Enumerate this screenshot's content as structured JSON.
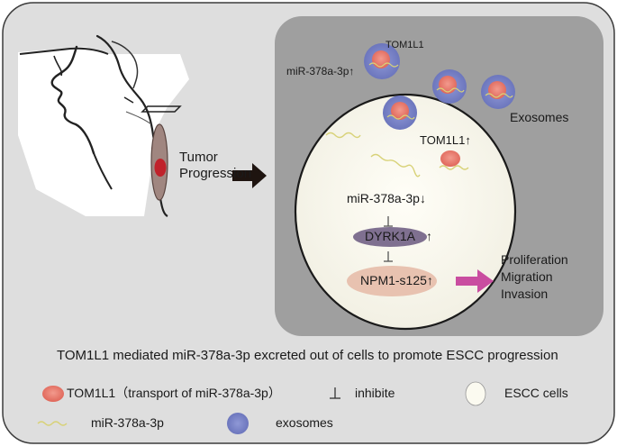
{
  "diagram": {
    "tumor_label_line1": "Tumor",
    "tumor_label_line2": "Progression",
    "tom1l1_top": "TOM1L1",
    "mir_top": "miR-378a-3p",
    "exosomes": "Exosomes",
    "tom1l1_cell": "TOM1L1",
    "mir_cell": "miR-378a-3p",
    "dyrk1a": "DYRK1A",
    "npm1": "NPM1-s125",
    "outcome_1": "Proliferation",
    "outcome_2": "Migration",
    "outcome_3": "Invasion",
    "caption": "TOM1L1 mediated miR-378a-3p excreted out of cells to promote ESCC progression"
  },
  "legend": {
    "tom1l1": "TOM1L1（transport of miR-378a-3p）",
    "inhibite": "inhibite",
    "escc_cells": "ESCC cells",
    "mir": "miR-378a-3p",
    "exosomes": "exosomes"
  },
  "colors": {
    "outer_panel": "#dcdcdc",
    "inner_panel": "#9d9d9d",
    "cell_fill": "#fdfcf1",
    "tom1l1": "#e87a6b",
    "exosome": "#7b85c8",
    "dyrk1a": "#7e6f8b",
    "npm1": "#e9c0ae",
    "arrow_pink": "#cc4fa3",
    "mirna": "#d8d278"
  },
  "icons": {
    "up_arrow": "up-arrow-icon",
    "down_arrow": "down-arrow-icon",
    "inhibit": "inhibit-icon",
    "tumor_arrow": "right-arrow-icon"
  }
}
